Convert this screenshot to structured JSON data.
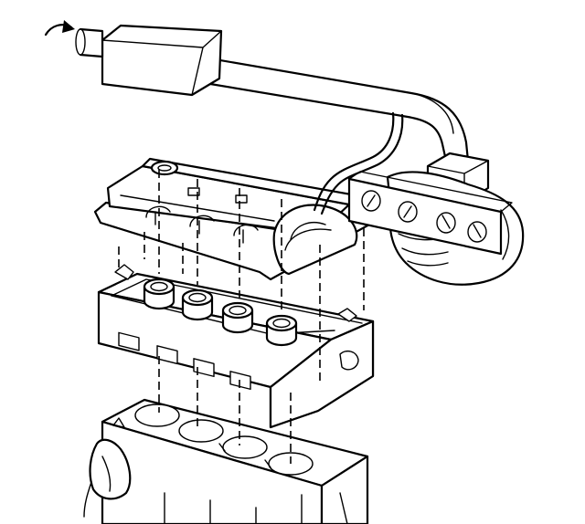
{
  "diagram": {
    "kind": "exploded-view line drawing",
    "parts": [
      "intake-duct",
      "air-cleaner-housing",
      "wiring-harness",
      "ignition-coil-housing",
      "ignition-coil-bracket",
      "spark-plug-wells",
      "camshaft-cover",
      "cylinder-head",
      "cylinder-block",
      "gloved-hand"
    ]
  }
}
